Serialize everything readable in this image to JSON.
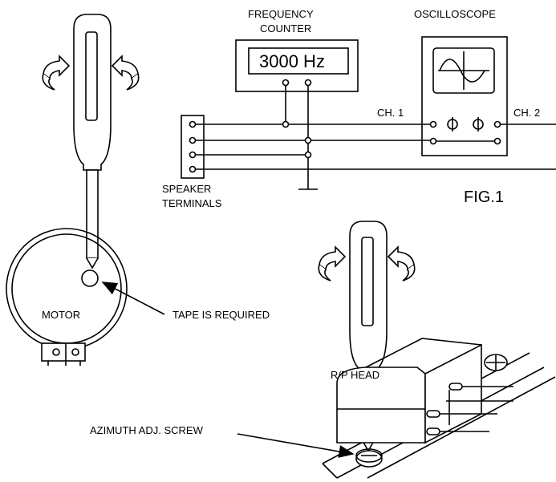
{
  "labels": {
    "frequency_counter_line1": "FREQUENCY",
    "frequency_counter_line2": "COUNTER",
    "frequency_readout": "3000 Hz",
    "oscilloscope": "OSCILLOSCOPE",
    "ch1": "CH. 1",
    "ch2": "CH. 2",
    "speaker_line1": "SPEAKER",
    "speaker_line2": "TERMINALS",
    "figure": "FIG.1",
    "motor": "MOTOR",
    "tape_note": "TAPE IS REQUIRED",
    "rp_head": "R/P HEAD",
    "azimuth_screw": "AZIMUTH ADJ. SCREW"
  },
  "icons": {
    "screwdriver": "screwdriver-icon",
    "rotation": "rotation-arrow-icon"
  },
  "colors": {
    "ink": "#000000",
    "paper": "#ffffff"
  }
}
